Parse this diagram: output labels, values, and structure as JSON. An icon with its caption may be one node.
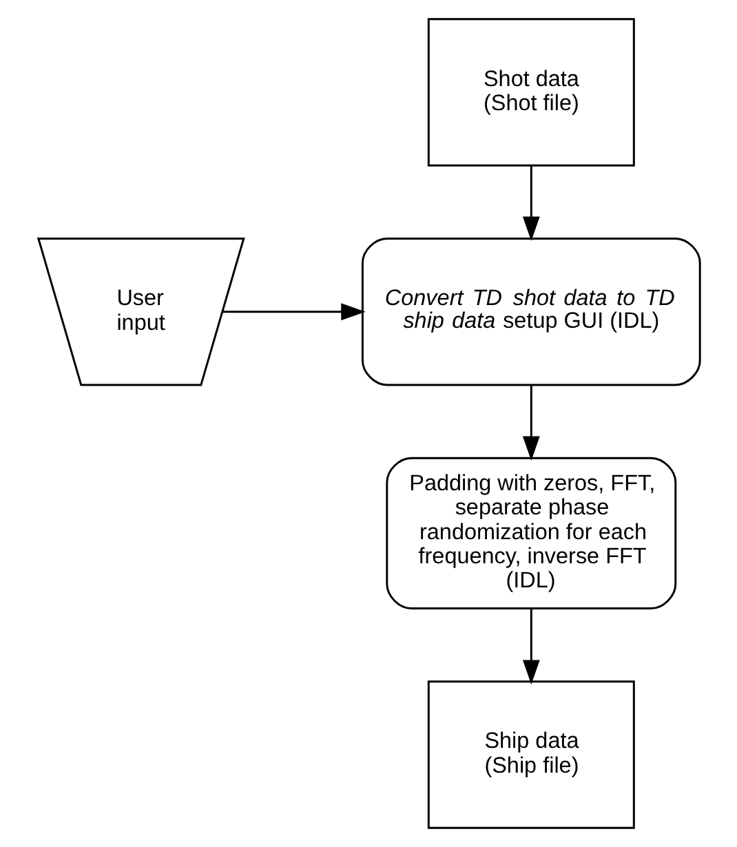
{
  "diagram": {
    "nodes": [
      {
        "text": [
          "Shot data (Shot file)"
        ]
      },
      {
        "text": [
          "User input"
        ]
      },
      {
        "text": [
          "*Convert TD shot data to TD ship data* setup GUI (IDL)"
        ]
      },
      {
        "text": [
          "Padding with zeros, FFT, separate phase randomization for each frequency, inverse FFT (IDL)"
        ]
      },
      {
        "text": [
          "Ship data (Ship file)"
        ]
      }
    ],
    "edges": [
      {
        "from": 0,
        "to": 2,
        "arrow": "to"
      },
      {
        "from": 1,
        "to": 2,
        "arrow": "to"
      },
      {
        "from": 2,
        "to": 3,
        "arrow": "to"
      },
      {
        "from": 3,
        "to": 4,
        "arrow": "to"
      }
    ]
  }
}
